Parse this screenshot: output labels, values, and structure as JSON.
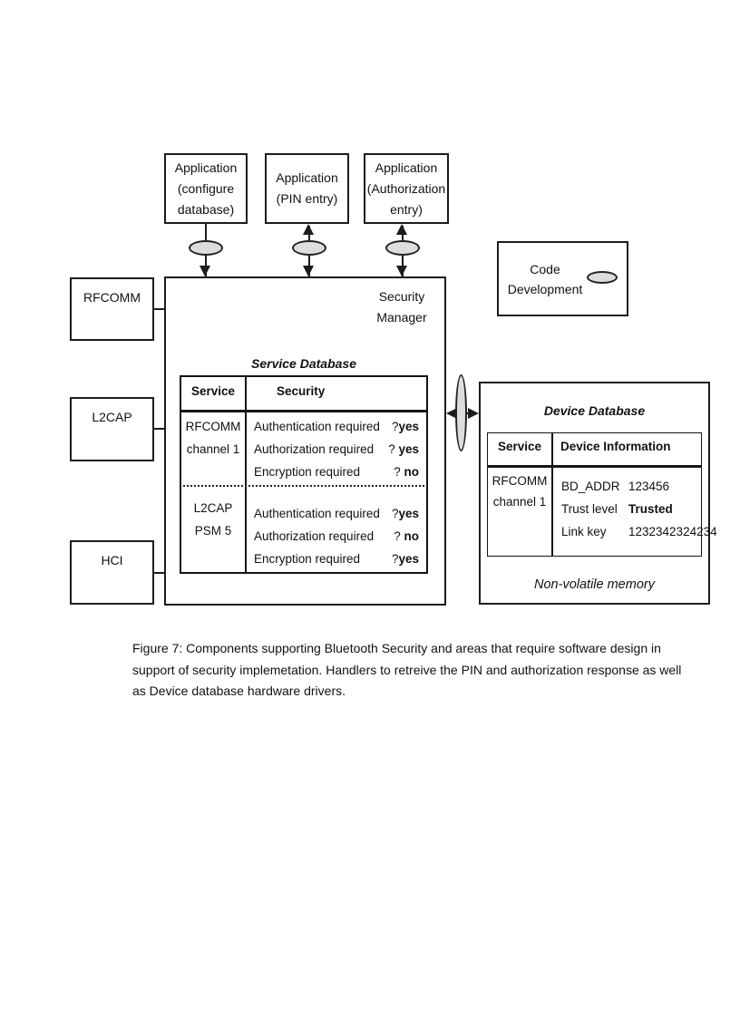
{
  "app_boxes": [
    {
      "lines": [
        "Application",
        "(configure",
        "database)"
      ]
    },
    {
      "lines": [
        "Application",
        "(PIN entry)"
      ]
    },
    {
      "lines": [
        "Application",
        "(Authorization",
        "entry)"
      ]
    }
  ],
  "code_development": {
    "lines": [
      "Code",
      "Development"
    ]
  },
  "protocol_boxes": [
    {
      "label": "RFCOMM"
    },
    {
      "label": "L2CAP"
    },
    {
      "label": "HCI"
    }
  ],
  "security_manager": {
    "lines": [
      "Security",
      "Manager"
    ]
  },
  "service_database": {
    "title": "Service Database",
    "headers": {
      "service": "Service",
      "security": "Security"
    },
    "rows": [
      {
        "service_lines": [
          "RFCOMM",
          "channel 1"
        ],
        "entries": [
          {
            "label": "Authentication required",
            "q": "?",
            "value": "yes"
          },
          {
            "label": "Authorization required",
            "q": "? ",
            "value": "yes"
          },
          {
            "label": "Encryption required",
            "q": "? ",
            "value": "no"
          }
        ]
      },
      {
        "service_lines": [
          "L2CAP",
          "PSM  5"
        ],
        "entries": [
          {
            "label": "Authentication required",
            "q": "?",
            "value": "yes"
          },
          {
            "label": "Authorization required",
            "q": "? ",
            "value": "no"
          },
          {
            "label": "Encryption required",
            "q": "?",
            "value": "yes"
          }
        ]
      }
    ]
  },
  "device_database": {
    "title": "Device Database",
    "headers": {
      "service": "Service",
      "info": "Device Information"
    },
    "row": {
      "service_lines": [
        "RFCOMM",
        "channel 1"
      ],
      "entries": [
        {
          "label": "BD_ADDR",
          "value": "123456"
        },
        {
          "label": "Trust level",
          "value": "Trusted"
        },
        {
          "label": "Link key",
          "value": "1232342324234"
        }
      ]
    },
    "footer": "Non-volatile memory"
  },
  "caption_lines": [
    "Figure 7: Components supporting Bluetooth Security and areas that require software design in",
    "support of security implemetation. Handlers to retreive the PIN and authorization response as well",
    "as Device database hardware drivers."
  ]
}
